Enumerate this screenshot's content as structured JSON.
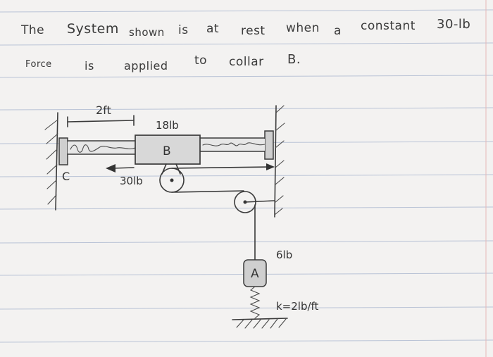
{
  "problem": {
    "line1_words": [
      "The",
      "System",
      "shown",
      "is",
      "at",
      "rest",
      "when",
      "a",
      "constant",
      "30-lb"
    ],
    "line2_words": [
      "Force",
      "is",
      "applied",
      "to",
      "collar",
      "B."
    ]
  },
  "diagram": {
    "dimension_label": "2ft",
    "collar_b_weight": "18lb",
    "collar_b_label": "B",
    "support_c_label": "C",
    "applied_force_label": "30lb",
    "block_a_weight": "6lb",
    "block_a_label": "A",
    "spring_constant_label": "k=2lb/ft"
  }
}
